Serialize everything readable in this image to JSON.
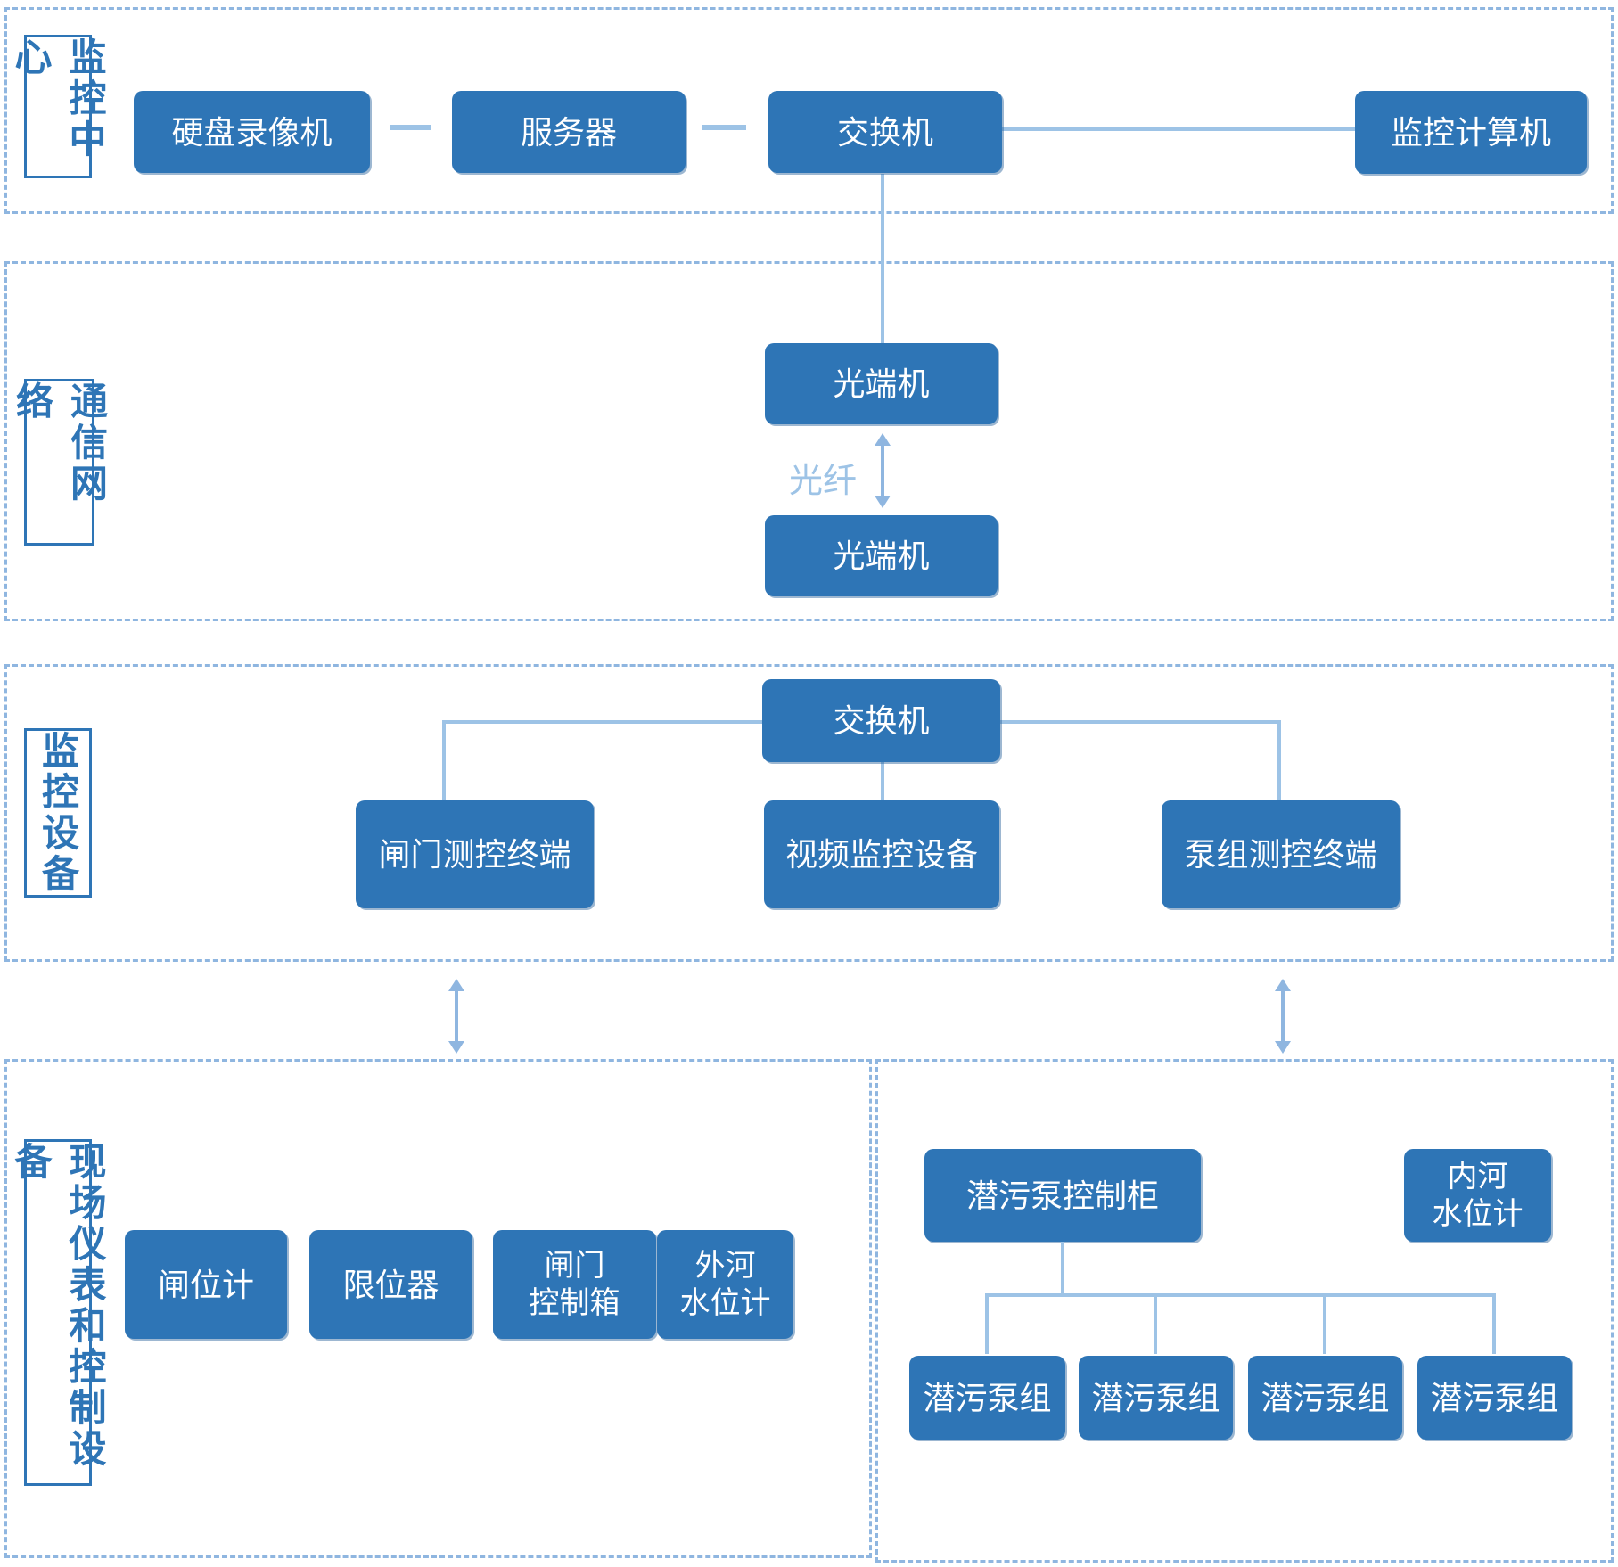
{
  "colors": {
    "node_fill": "#2E75B6",
    "node_text": "#FFFFFF",
    "section_border": "#8FB6E0",
    "label_border": "#2E75B6",
    "label_text": "#2E75B6",
    "connector": "#9DC3E6",
    "fiber_text": "#9DC3E6"
  },
  "sections": {
    "center": {
      "label": "监控中心",
      "dvr": "硬盘录像机",
      "server": "服务器",
      "switch": "交换机",
      "computer": "监控计算机"
    },
    "network": {
      "label": "通信网络",
      "optical1": "光端机",
      "optical2": "光端机",
      "fiber": "光纤"
    },
    "equipment": {
      "label": "监控设备",
      "switch": "交换机",
      "gate": "闸门测控终端",
      "video": "视频监控设备",
      "pump": "泵组测控终端"
    },
    "field": {
      "label": "现场仪表和控制设备",
      "gate_gauge": "闸位计",
      "limiter": "限位器",
      "gate_box": "闸门\n控制箱",
      "outer_gauge": "外河\n水位计",
      "cabinet": "潜污泵控制柜",
      "inner_gauge": "内河\n水位计",
      "pumps": [
        "潜污泵组",
        "潜污泵组",
        "潜污泵组",
        "潜污泵组"
      ]
    }
  }
}
